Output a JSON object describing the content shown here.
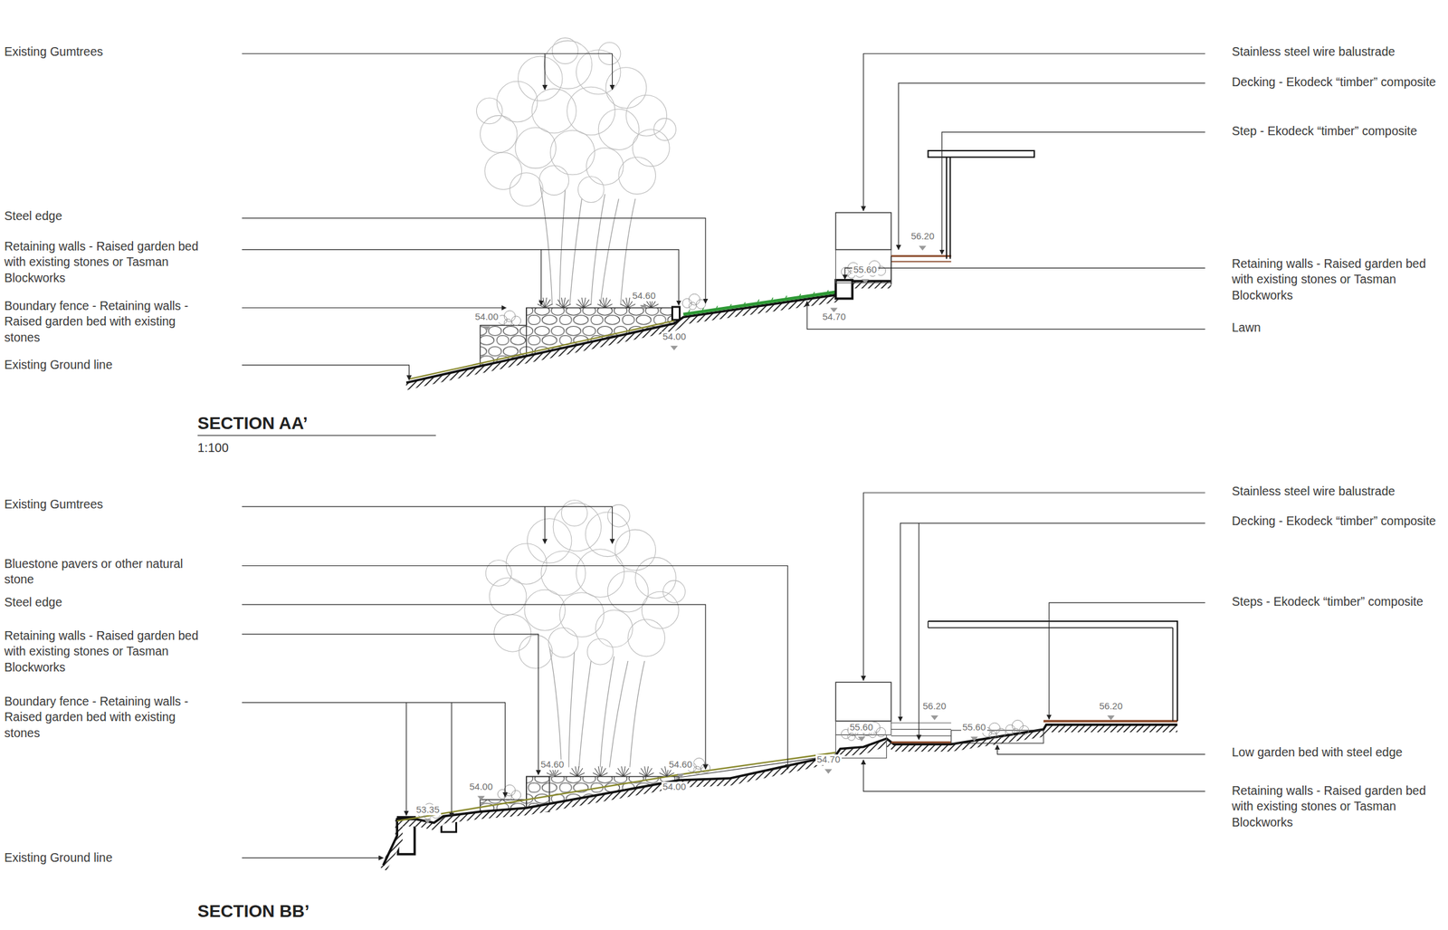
{
  "diagram": {
    "labels": [
      "Existing Gumtrees",
      "Steel edge",
      "Retaining walls - Raised garden bed with existing stones or Tasman Blockworks",
      "Boundary fence - Retaining walls - Raised garden bed with existing stones",
      "Existing Ground line",
      "Stainless steel wire balustrade",
      "Decking - Ekodeck “timber” composite",
      "Step - Ekodeck “timber” composite",
      "Retaining walls - Raised garden bed with existing stones or Tasman Blockworks",
      "Lawn",
      "56.20",
      "55.60",
      "54.60",
      "54.00",
      "54.00",
      "54.70",
      "SECTION AA’",
      "1:100",
      "Existing Gumtrees",
      "Bluestone pavers or other natural stone",
      "Steel edge",
      "Retaining walls - Raised garden bed with existing stones or Tasman Blockworks",
      "Boundary fence - Retaining walls - Raised garden bed with existing stones",
      "Existing Ground line",
      "Stainless steel wire balustrade",
      "Decking - Ekodeck “timber” composite",
      "Steps - Ekodeck “timber” composite",
      "Low garden bed with steel edge",
      "Retaining walls - Raised garden bed with existing stones or Tasman Blockworks",
      "56.20",
      "55.60",
      "55.60",
      "56.20",
      "54.60",
      "54.60",
      "54.00",
      "54.70",
      "54.00",
      "53.35",
      "SECTION BB’"
    ]
  }
}
